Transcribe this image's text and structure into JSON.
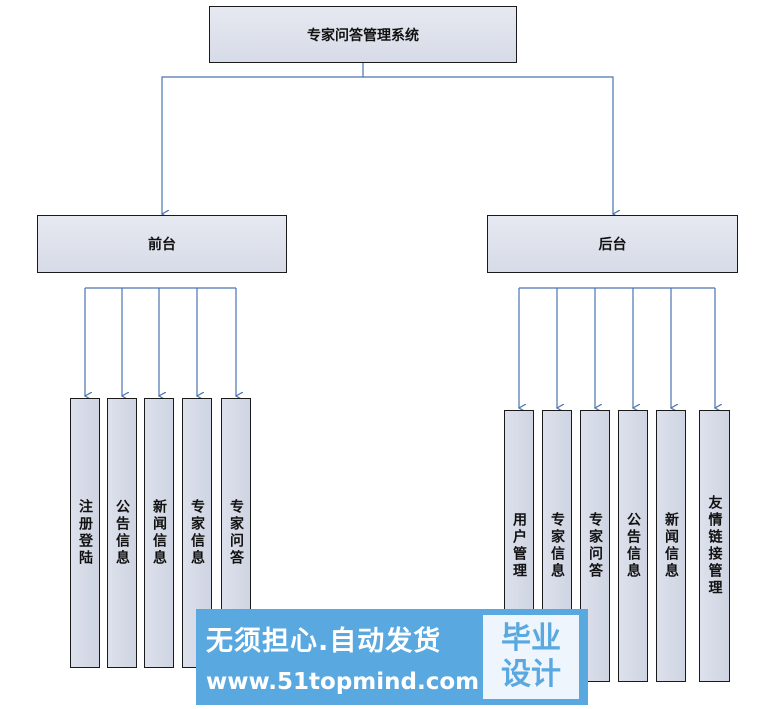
{
  "root": {
    "label": "专家问答管理系统"
  },
  "front": {
    "label": "前台",
    "children": [
      "注册登陆",
      "公告信息",
      "新闻信息",
      "专家信息",
      "专家问答"
    ]
  },
  "back": {
    "label": "后台",
    "children": [
      "用户管理",
      "专家信息",
      "专家问答",
      "公告信息",
      "新闻信息",
      "友情链接管理"
    ]
  },
  "watermark": {
    "line1": "无须担心.自动发货",
    "line2": "www.51topmind.com",
    "badge_line1": "毕业",
    "badge_line2": "设计"
  },
  "colors": {
    "connector": "#4a74b0",
    "box_fill": "#dde1ec",
    "box_border": "#1a1a1a",
    "watermark": "#5aa8e0"
  }
}
